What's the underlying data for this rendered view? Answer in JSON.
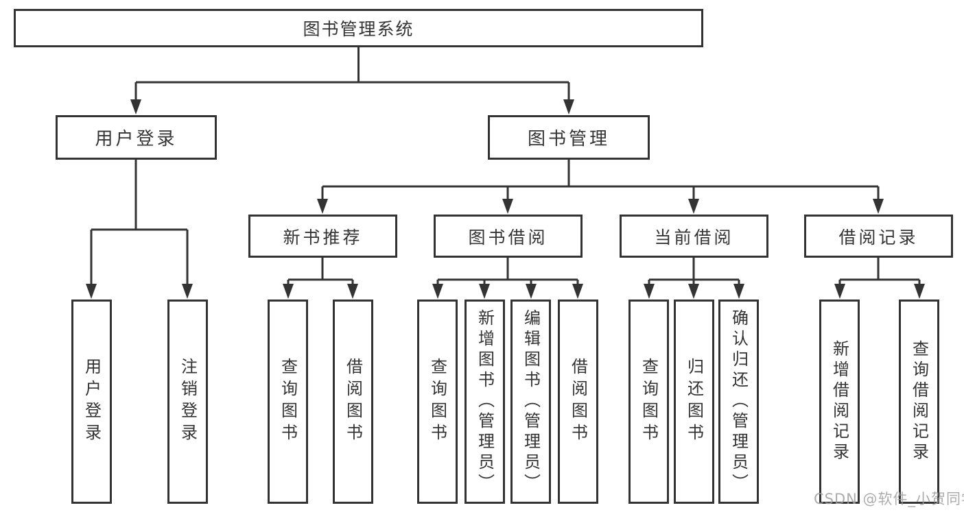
{
  "colors": {
    "background": "#ffffff",
    "box_border": "#333333",
    "line": "#333333",
    "text": "#333333",
    "watermark": "#9e9e9e"
  },
  "root_label": "图书管理系统",
  "branches": {
    "user_login": {
      "label": "用户登录",
      "children": [
        {
          "label": "用户登录"
        },
        {
          "label": "注销登录"
        }
      ]
    },
    "book_management": {
      "label": "图书管理",
      "groups": [
        {
          "label": "新书推荐",
          "children": [
            {
              "label": "查询图书"
            },
            {
              "label": "借阅图书"
            }
          ]
        },
        {
          "label": "图书借阅",
          "children": [
            {
              "label": "查询图书"
            },
            {
              "label": "新增图书（管理员）"
            },
            {
              "label": "编辑图书（管理员）"
            },
            {
              "label": "借阅图书"
            }
          ]
        },
        {
          "label": "当前借阅",
          "children": [
            {
              "label": "查询图书"
            },
            {
              "label": "归还图书"
            },
            {
              "label": "确认归还（管理员）"
            }
          ]
        },
        {
          "label": "借阅记录",
          "children": [
            {
              "label": "新增借阅记录"
            },
            {
              "label": "查询借阅记录"
            }
          ]
        }
      ]
    }
  },
  "watermark": "CSDN @软件_小贺同学"
}
